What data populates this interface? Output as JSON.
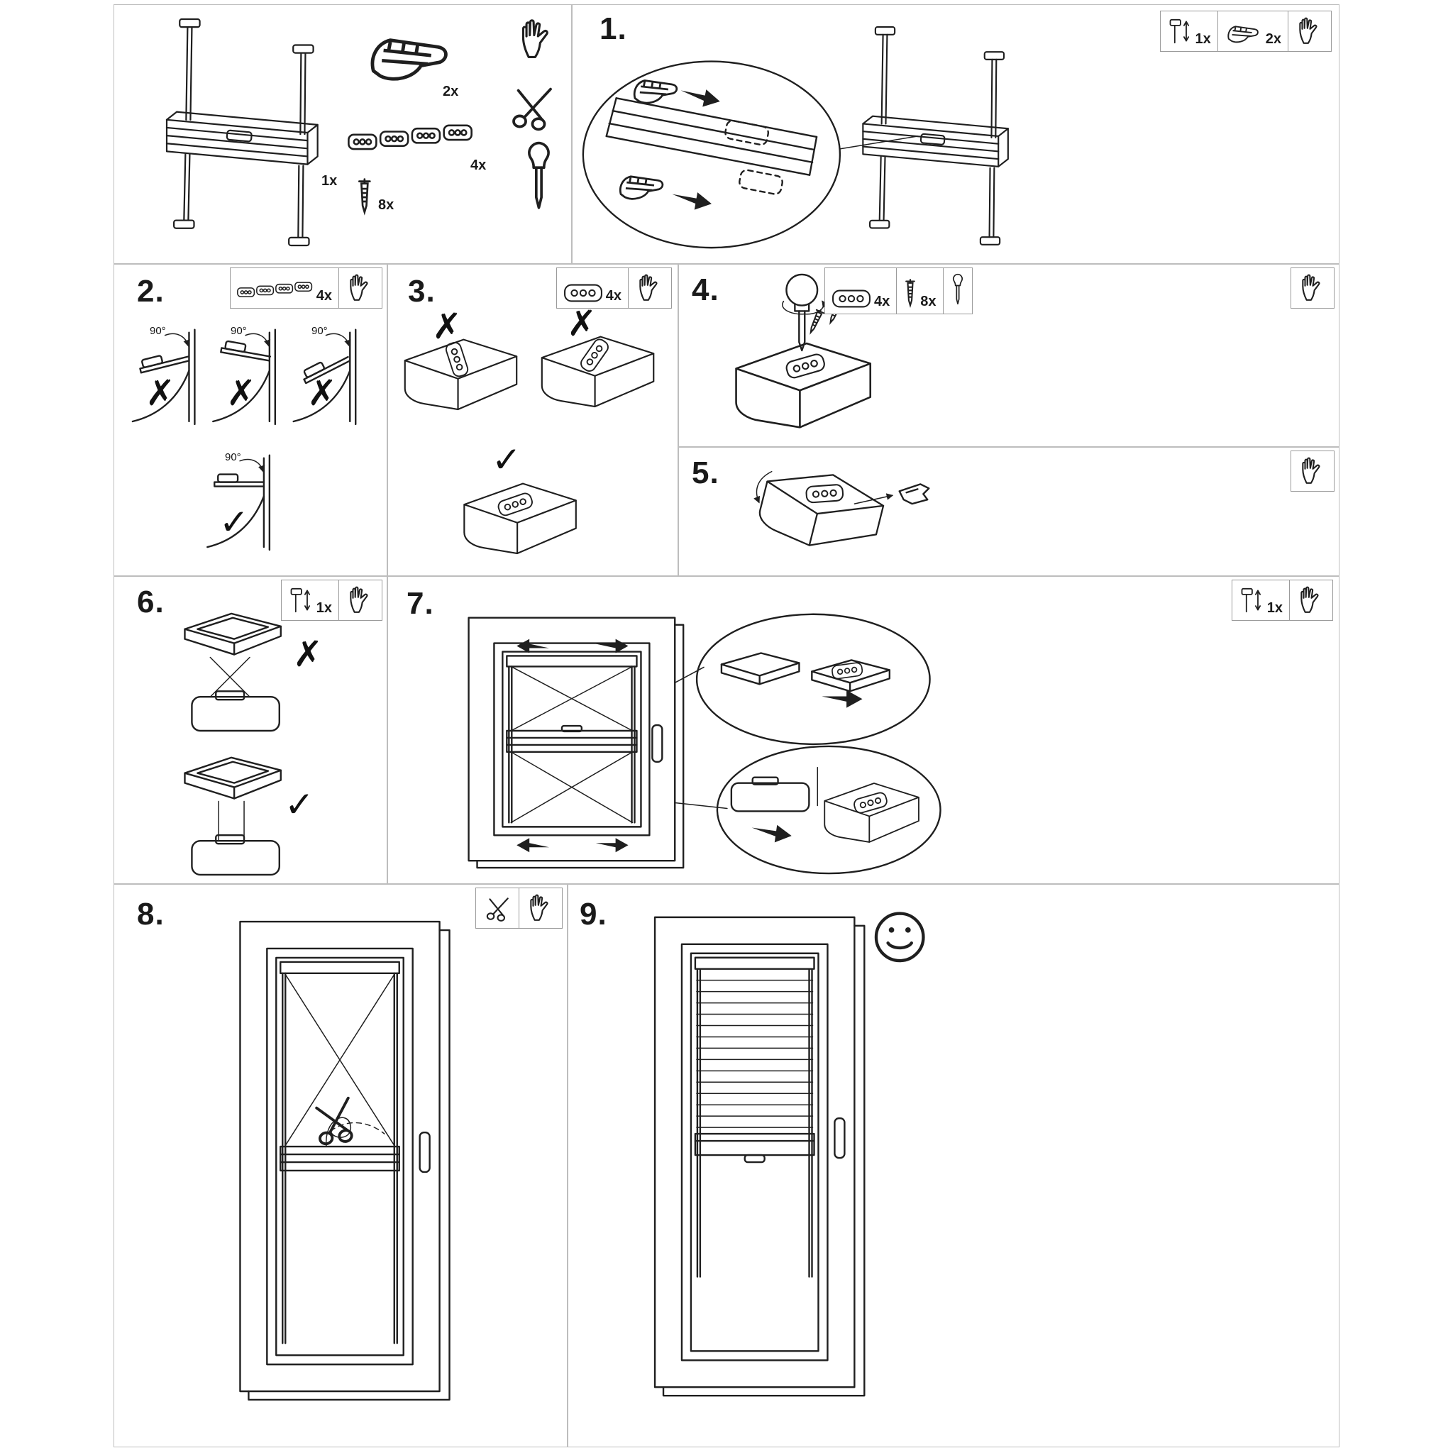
{
  "colors": {
    "line": "#1f1f1f",
    "panel_border": "#bdbdbd"
  },
  "marks": {
    "cross": "✗",
    "check": "✓"
  },
  "overview": {
    "blind_qty": "1x",
    "clip_qty": "2x",
    "bracket_qty": "4x",
    "screw_qty": "8x"
  },
  "steps": {
    "s1": {
      "num": "1.",
      "rail_qty": "1x",
      "clip_qty": "2x"
    },
    "s2": {
      "num": "2.",
      "bracket_qty": "4x",
      "angle": "90°"
    },
    "s3": {
      "num": "3.",
      "bracket_qty": "4x"
    },
    "s4": {
      "num": "4.",
      "bracket_qty": "4x",
      "screw_qty": "8x"
    },
    "s5": {
      "num": "5."
    },
    "s6": {
      "num": "6.",
      "rail_qty": "1x"
    },
    "s7": {
      "num": "7.",
      "rail_qty": "1x"
    },
    "s8": {
      "num": "8."
    },
    "s9": {
      "num": "9."
    }
  }
}
